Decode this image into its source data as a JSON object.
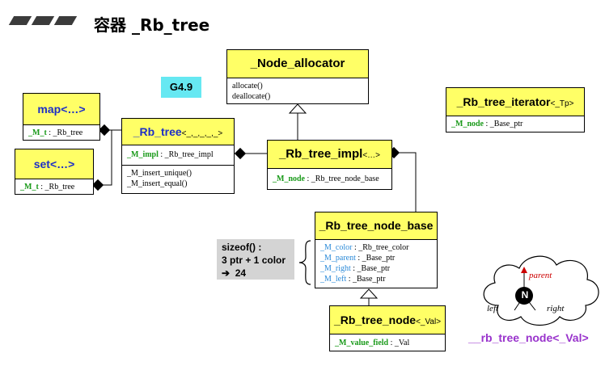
{
  "title": "容器 _Rb_tree",
  "version_badge": "G4.9",
  "node_allocator": {
    "name": "_Node_allocator",
    "methods": [
      "allocate()",
      "deallocate()"
    ]
  },
  "rb_tree_iterator": {
    "name": "_Rb_tree_iterator",
    "tmpl": "<_Tp>",
    "field": "_M_node",
    "type": ": _Base_ptr"
  },
  "map": {
    "name": "map<…>",
    "field": "_M_t",
    "type": ": _Rb_tree"
  },
  "set": {
    "name": "set<…>",
    "field": "_M_t",
    "type": ": _Rb_tree"
  },
  "rb_tree": {
    "name": "_Rb_tree",
    "tmpl": "<_,_,_,_,_>",
    "field": "_M_impl",
    "type": ": _Rb_tree_impl",
    "methods": [
      "_M_insert_unique()",
      "_M_insert_equal()"
    ]
  },
  "rb_tree_impl": {
    "name": "_Rb_tree_impl",
    "tmpl": "<…>",
    "field": "_M_node",
    "type": ": _Rb_tree_node_base"
  },
  "rb_tree_node_base": {
    "name": "_Rb_tree_node_base",
    "fields": [
      {
        "name": "_M_color",
        "type": ": _Rb_tree_color"
      },
      {
        "name": "_M_parent",
        "type": ": _Base_ptr"
      },
      {
        "name": "_M_right",
        "type": ": _Base_ptr"
      },
      {
        "name": "_M_left",
        "type": ": _Base_ptr"
      }
    ]
  },
  "rb_tree_node": {
    "name": "_Rb_tree_node",
    "tmpl": "<_Val>",
    "field": "_M_value_field",
    "type": ": _Val"
  },
  "sizeof_note": {
    "line1": "sizeof() :",
    "line2": "3 ptr + 1 color",
    "line3": "24"
  },
  "cloud": {
    "node": "N",
    "parent": "parent",
    "left": "left",
    "right": "right",
    "caption": "__rb_tree_node<_Val>"
  },
  "colors": {
    "header_fill": "#ffff66",
    "badge_fill": "#66e8f2",
    "field_green": "#1a9a1a",
    "field_blue": "#2b8ad8",
    "caption_purple": "#9933cc"
  }
}
